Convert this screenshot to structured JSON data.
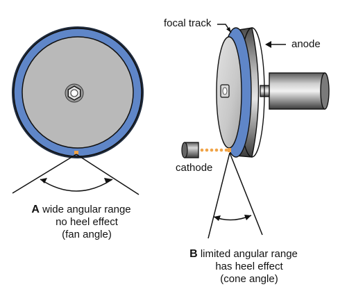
{
  "labels": {
    "focal_track": "focal track",
    "anode": "anode",
    "cathode": "cathode"
  },
  "caption_a": {
    "letter": "A",
    "line1": "wide angular range",
    "line2": "no heel effect",
    "line3": "(fan angle)"
  },
  "caption_b": {
    "letter": "B",
    "line1": "limited angular range",
    "line2": "has heel effect",
    "line3": "(cone angle)"
  },
  "colors": {
    "focal_track_blue": "#5f86c8",
    "disk_gray": "#b9b9b9",
    "dark_gray": "#555555",
    "electron_orange": "#f0a347",
    "outline": "#111111"
  }
}
